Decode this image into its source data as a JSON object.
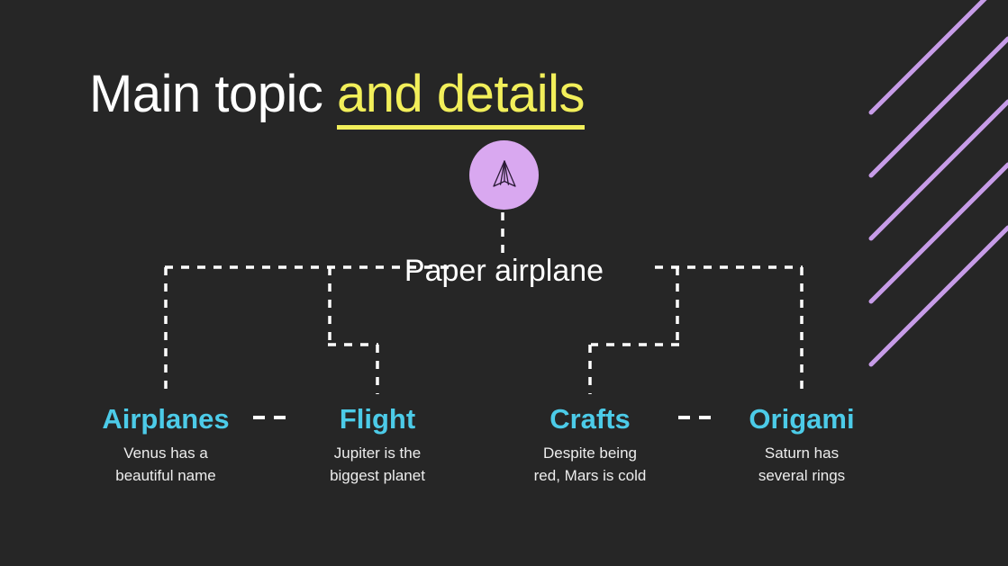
{
  "slide": {
    "background_color": "#262626",
    "title": {
      "plain_part": "Main topic ",
      "accent_part": "and details",
      "plain_color": "#ffffff",
      "accent_color": "#f2ef5a"
    },
    "root": {
      "label": "Paper airplane",
      "icon": "paper-airplane-icon",
      "icon_circle_color": "#d9a8f0",
      "label_color": "#ffffff"
    },
    "accent_colors": {
      "cyan": "#4ccbe8",
      "yellow": "#f2ef5a",
      "purple": "#d9a8f0",
      "connector": "#ffffff"
    },
    "nodes": [
      {
        "title": "Airplanes",
        "desc_line1": "Venus has a",
        "desc_line2": "beautiful name"
      },
      {
        "title": "Flight",
        "desc_line1": "Jupiter is the",
        "desc_line2": "biggest planet"
      },
      {
        "title": "Crafts",
        "desc_line1": "Despite being",
        "desc_line2": "red, Mars is cold"
      },
      {
        "title": "Origami",
        "desc_line1": "Saturn has",
        "desc_line2": "several rings"
      }
    ],
    "decoration": {
      "stripes_color": "#c79ce8",
      "stripe_count": 5
    }
  }
}
